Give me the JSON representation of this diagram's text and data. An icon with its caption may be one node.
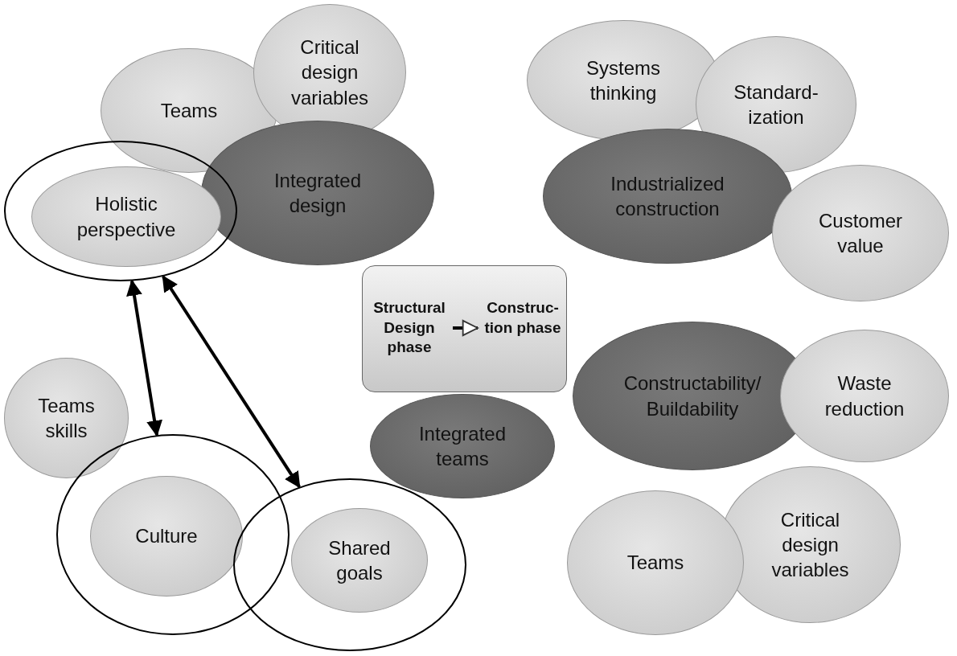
{
  "diagram": {
    "nodes": [
      {
        "text": [
          "Teams"
        ]
      },
      {
        "text": [
          "Critical design variables"
        ]
      },
      {
        "text": [
          "Systems thinking"
        ]
      },
      {
        "text": [
          "Standard- ization"
        ]
      },
      {
        "text": [],
        "shape": "circle"
      },
      {
        "text": [
          "Holistic perspective"
        ],
        "in": 4
      },
      {
        "text": [
          "Integrated design"
        ]
      },
      {
        "text": [
          "Industrialized construction"
        ]
      },
      {
        "text": [
          "Customer value"
        ]
      },
      {
        "text": [],
        "shape": "box"
      },
      {
        "text": [
          "Structural Design phase"
        ],
        "in": 9
      },
      {
        "text": [
          "Construc- tion phase"
        ],
        "in": 9
      },
      {
        "text": [
          "Teams skills"
        ]
      },
      {
        "text": [
          "Integrated teams"
        ]
      },
      {
        "text": [
          "Constructability/ Buildability"
        ]
      },
      {
        "text": [
          "Waste reduction"
        ]
      },
      {
        "text": [],
        "shape": "circle"
      },
      {
        "text": [
          "Culture"
        ],
        "in": 16
      },
      {
        "text": [],
        "shape": "circle"
      },
      {
        "text": [
          "Shared goals"
        ],
        "in": 18
      },
      {
        "text": [
          "Critical design variables"
        ]
      },
      {
        "text": [
          "Teams"
        ]
      }
    ],
    "edges": [
      {
        "from": 10,
        "to": 11,
        "arrow": "to"
      },
      {
        "from": 4,
        "to": 16,
        "arrow": "both"
      },
      {
        "from": 4,
        "to": 18,
        "arrow": "both"
      }
    ]
  }
}
